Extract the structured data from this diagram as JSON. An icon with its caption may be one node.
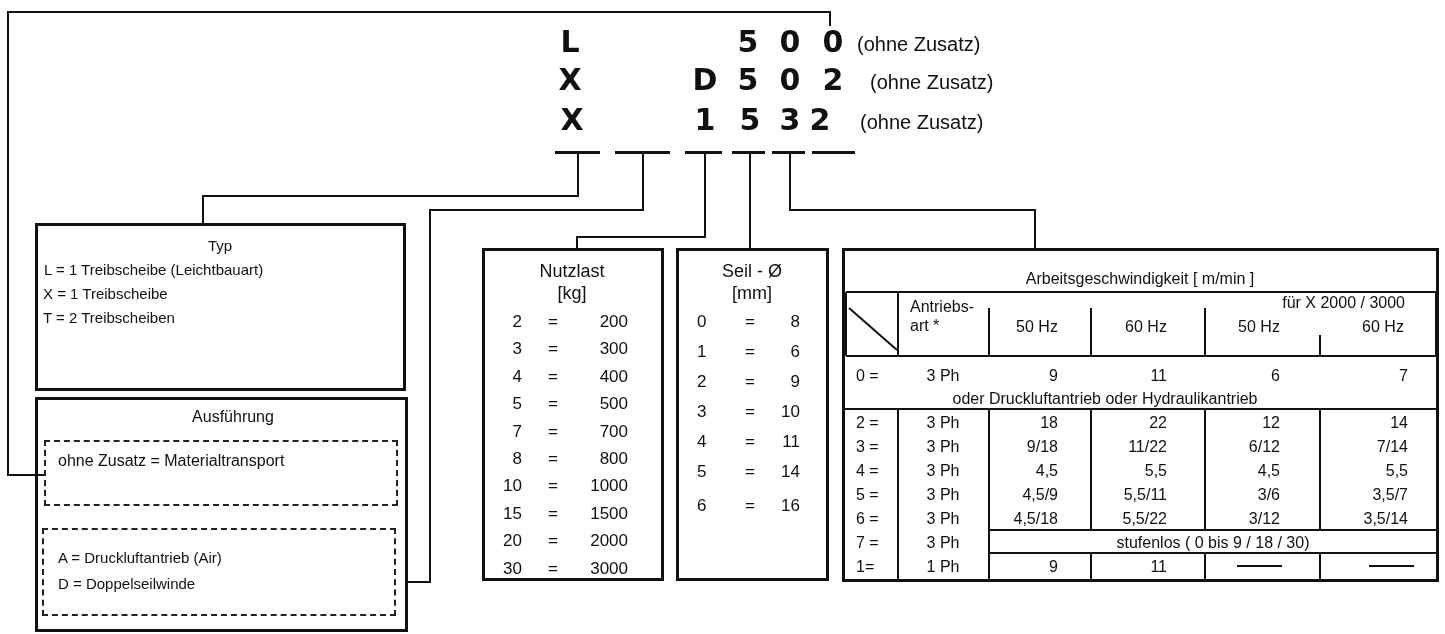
{
  "diagram": {
    "nodes": [
      {
        "text": [
          "Typ",
          "L = 1 Treibscheibe (Leichtbauart)",
          "X = 1 Treibscheibe",
          "T = 2 Treibscheiben"
        ]
      },
      {
        "text": [
          "Ausführung"
        ]
      },
      {
        "text": [
          "ohne Zusatz = Materialtransport"
        ],
        "in": 1
      },
      {
        "text": [
          "A = Druckluftantrieb (Air)",
          "D = Doppelseilwinde"
        ],
        "in": 1
      },
      {
        "text": [
          "Nutzlast [kg]"
        ]
      },
      {
        "text": [
          "Seil - Ø [mm]"
        ]
      },
      {
        "text": [
          "Arbeitsgeschwindigkeit [ m/min ]"
        ]
      },
      {
        "text": [],
        "shape": "bar"
      },
      {
        "text": [],
        "shape": "bar"
      },
      {
        "text": [],
        "shape": "bar"
      },
      {
        "text": [],
        "shape": "bar"
      },
      {
        "text": [],
        "shape": "bar"
      },
      {
        "text": [],
        "shape": "bar"
      },
      {
        "text": [
          "0"
        ]
      }
    ],
    "edges": [
      {
        "from": 7,
        "to": 0,
        "arrow": "none"
      },
      {
        "from": 8,
        "to": 1,
        "arrow": "none"
      },
      {
        "from": 9,
        "to": 4,
        "arrow": "none"
      },
      {
        "from": 10,
        "to": 5,
        "arrow": "none"
      },
      {
        "from": 11,
        "to": 6,
        "arrow": "none"
      },
      {
        "from": 13,
        "to": 2,
        "arrow": "none"
      }
    ],
    "labels": [
      "L",
      "5",
      "0",
      "(ohne Zusatz)",
      "X",
      "D",
      "5",
      "0",
      "2",
      "(ohne Zusatz)",
      "X",
      "1",
      "5",
      "3",
      "2",
      "(ohne Zusatz)",
      "2",
      "=",
      "200",
      "3",
      "=",
      "300",
      "4",
      "=",
      "400",
      "5",
      "=",
      "500",
      "7",
      "=",
      "700",
      "8",
      "=",
      "800",
      "10",
      "=",
      "1000",
      "15",
      "=",
      "1500",
      "20",
      "=",
      "2000",
      "30",
      "=",
      "3000",
      "0",
      "=",
      "8",
      "1",
      "=",
      "6",
      "2",
      "=",
      "9",
      "3",
      "=",
      "10",
      "4",
      "=",
      "11",
      "5",
      "=",
      "14",
      "6",
      "=",
      "16",
      "Antriebs- art *",
      "für X 2000 / 3000",
      "50 Hz",
      "60 Hz",
      "50 Hz",
      "60 Hz",
      "0 =",
      "3 Ph",
      "9",
      "11",
      "6",
      "7",
      "oder Druckluftantrieb oder Hydraulikantrieb",
      "2 =",
      "3 Ph",
      "18",
      "22",
      "12",
      "14",
      "3 =",
      "3 Ph",
      "9/18",
      "11/22",
      "6/12",
      "7/14",
      "4 =",
      "3 Ph",
      "4,5",
      "5,5",
      "4,5",
      "5,5",
      "5 =",
      "3 Ph",
      "4,5/9",
      "5,5/11",
      "3/6",
      "3,5/7",
      "6 =",
      "3 Ph",
      "4,5/18",
      "5,5/22",
      "3/12",
      "3,5/14",
      "7 =",
      "3 Ph",
      "stufenlos ( 0 bis 9 / 18 / 30)",
      "1=",
      "1 Ph",
      "9",
      "11"
    ]
  }
}
